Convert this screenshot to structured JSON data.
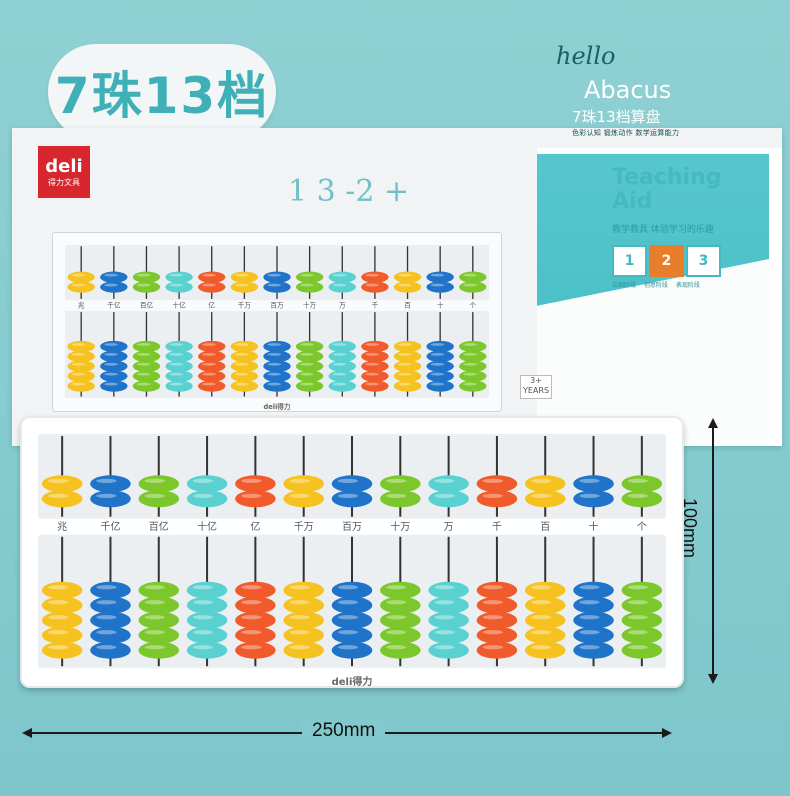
{
  "badge": {
    "text": "7珠13档"
  },
  "brand": {
    "logo_en": "deli",
    "logo_cn": "得力文具",
    "frame_logo": "deli得力"
  },
  "package": {
    "math_doodle": "1 3 -2 +",
    "hello": "hello",
    "title_en": "Abacus",
    "title_cn": "7珠13档算盘",
    "tagline": "色彩认知  锻炼动作  数学运算能力",
    "teaching_line1": "Teaching",
    "teaching_line2": "Aid",
    "teaching_cn": "教学教具",
    "teaching_sub": "体验学习的乐趣",
    "steps": [
      {
        "num": "1",
        "label": "认知阶段",
        "active": false
      },
      {
        "num": "2",
        "label": "创意阶段",
        "active": true
      },
      {
        "num": "3",
        "label": "表现阶段",
        "active": false
      }
    ],
    "age": "3+",
    "age_unit": "YEARS"
  },
  "abacus": {
    "place_labels": [
      "兆",
      "千亿",
      "百亿",
      "十亿",
      "亿",
      "千万",
      "百万",
      "十万",
      "万",
      "千",
      "百",
      "十",
      "个"
    ],
    "rod_colors": [
      "#f6c21f",
      "#1f74c9",
      "#7cc72b",
      "#59d1d0",
      "#f15a2b",
      "#f6c21f",
      "#1f74c9",
      "#7cc72b",
      "#59d1d0",
      "#f15a2b",
      "#f6c21f",
      "#1f74c9",
      "#7cc72b"
    ],
    "upper_beads": 2,
    "lower_beads": 5
  },
  "dimensions": {
    "height": "100mm",
    "width": "250mm"
  }
}
